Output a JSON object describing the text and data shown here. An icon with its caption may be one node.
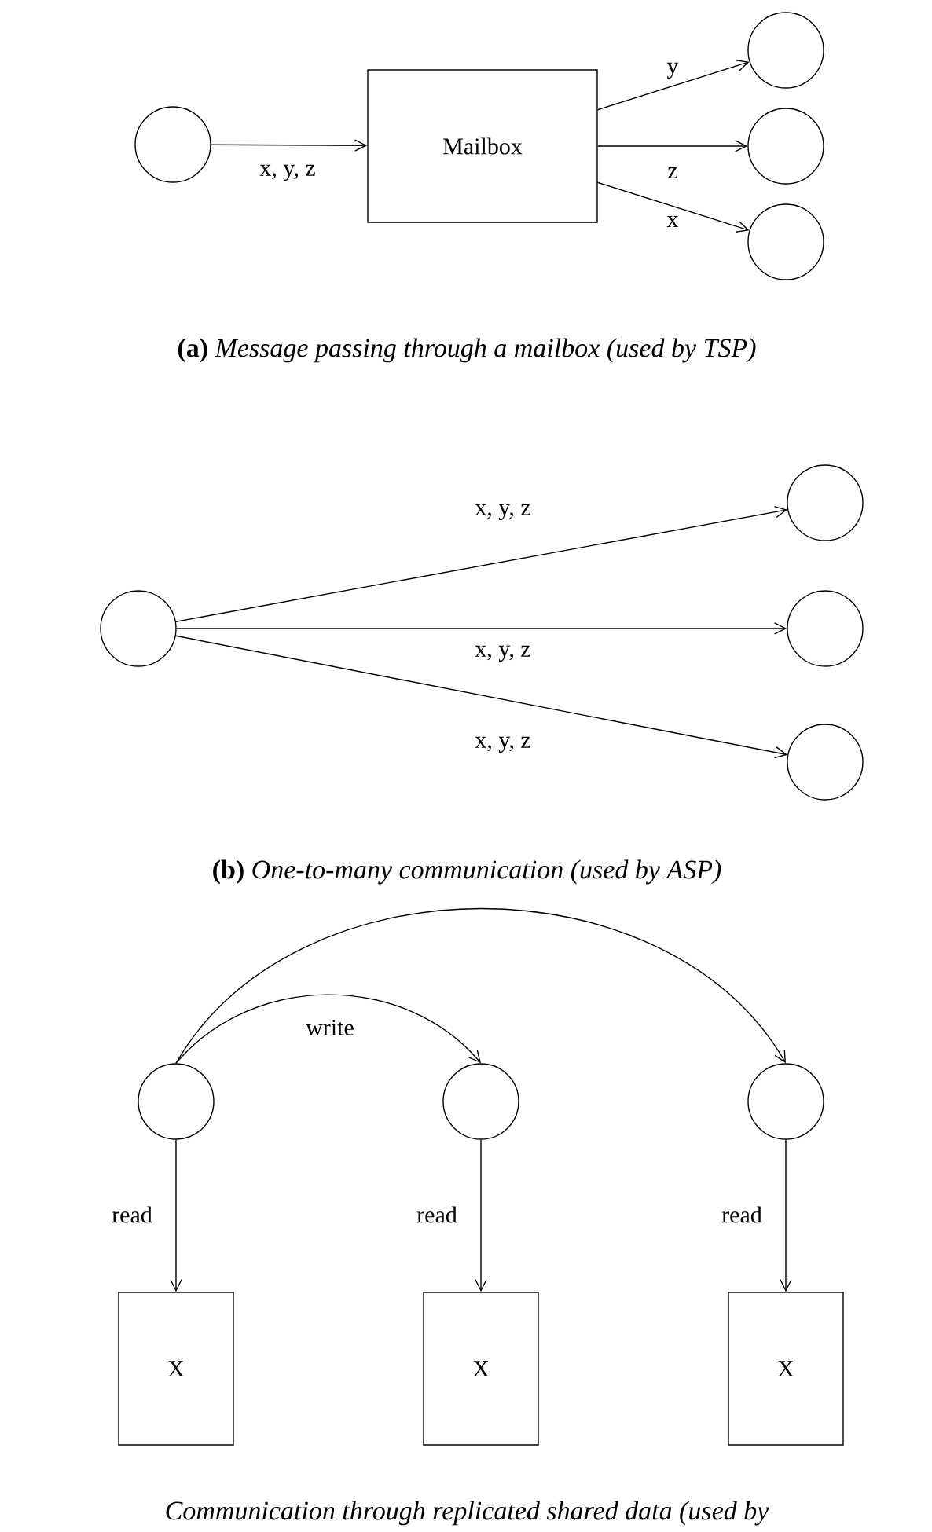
{
  "diagram": {
    "nodes": [
      {
        "text": [],
        "shape": "circle"
      },
      {
        "text": [
          "Mailbox"
        ]
      },
      {
        "text": [],
        "shape": "circle"
      },
      {
        "text": [],
        "shape": "circle"
      },
      {
        "text": [],
        "shape": "circle"
      },
      {
        "text": [],
        "shape": "circle"
      },
      {
        "text": [],
        "shape": "circle"
      },
      {
        "text": [],
        "shape": "circle"
      },
      {
        "text": [],
        "shape": "circle"
      },
      {
        "text": [],
        "shape": "circle"
      },
      {
        "text": [],
        "shape": "circle"
      },
      {
        "text": [],
        "shape": "circle"
      },
      {
        "text": [
          "X"
        ]
      },
      {
        "text": [
          "X"
        ]
      },
      {
        "text": [
          "X"
        ]
      }
    ],
    "edges": [
      {
        "from": 0,
        "to": 1,
        "arrow": "to",
        "label": "x, y, z"
      },
      {
        "from": 1,
        "to": 2,
        "arrow": "to",
        "label": "y"
      },
      {
        "from": 1,
        "to": 3,
        "arrow": "to",
        "label": "z"
      },
      {
        "from": 1,
        "to": 4,
        "arrow": "to",
        "label": "x"
      },
      {
        "from": 5,
        "to": 6,
        "arrow": "to",
        "label": "x, y, z"
      },
      {
        "from": 5,
        "to": 7,
        "arrow": "to",
        "label": "x, y, z"
      },
      {
        "from": 5,
        "to": 8,
        "arrow": "to",
        "label": "x, y, z"
      },
      {
        "from": 9,
        "to": 11,
        "arrow": "to",
        "label": "write"
      },
      {
        "from": 9,
        "to": 10,
        "arrow": "to"
      },
      {
        "from": 9,
        "to": 12,
        "arrow": "to",
        "label": "read"
      },
      {
        "from": 10,
        "to": 13,
        "arrow": "to",
        "label": "read"
      },
      {
        "from": 11,
        "to": 14,
        "arrow": "to",
        "label": "read"
      }
    ],
    "labels": [
      "**(a)** *Message passing through a mailbox (used by TSP)*",
      "**(b)** *One-to-many communication (used by ASP)*",
      "*Communication through replicated shared data (used by*"
    ]
  }
}
